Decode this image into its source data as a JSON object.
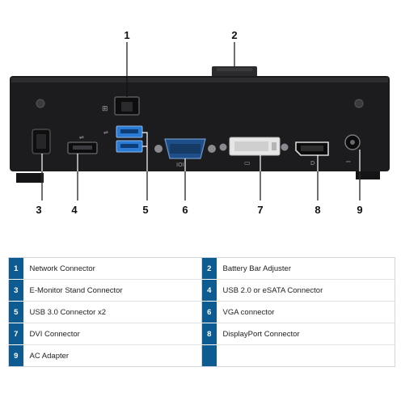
{
  "callouts": {
    "c1": "1",
    "c2": "2",
    "c3": "3",
    "c4": "4",
    "c5": "5",
    "c6": "6",
    "c7": "7",
    "c8": "8",
    "c9": "9"
  },
  "legend": {
    "rows": [
      {
        "left": {
          "num": "1",
          "label": "Network Connector"
        },
        "right": {
          "num": "2",
          "label": "Battery Bar Adjuster"
        }
      },
      {
        "left": {
          "num": "3",
          "label": "E-Monitor Stand Connector"
        },
        "right": {
          "num": "4",
          "label": "USB 2.0 or eSATA Connector"
        }
      },
      {
        "left": {
          "num": "5",
          "label": "USB 3.0 Connector x2"
        },
        "right": {
          "num": "6",
          "label": "VGA connector"
        }
      },
      {
        "left": {
          "num": "7",
          "label": "DVI Connector"
        },
        "right": {
          "num": "8",
          "label": "DisplayPort Connector"
        }
      },
      {
        "left": {
          "num": "9",
          "label": "AC Adapter"
        },
        "right": {
          "num": "",
          "label": ""
        }
      }
    ]
  },
  "colors": {
    "dock_body": "#1c1c1e",
    "usb3_blue": "#2a7bd6",
    "legend_number_bg": "#0d5b91",
    "leader_line": "#ffffff"
  },
  "icons": [
    "network-icon",
    "usb-icon",
    "vga-icon",
    "dvi-monitor-icon",
    "displayport-icon",
    "power-icon"
  ]
}
